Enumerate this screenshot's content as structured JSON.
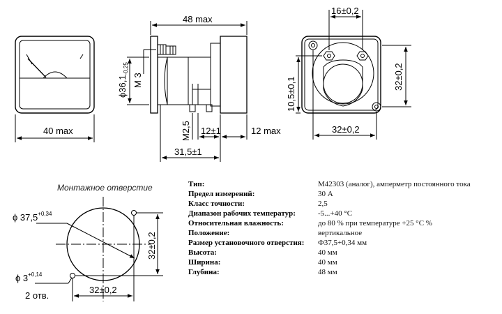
{
  "dims": {
    "front_width": "40 max",
    "side_length": "48 max",
    "diameter": "ϕ36,1",
    "diameter_tol": "-0,25",
    "thread_m3": "M 3",
    "thread_m25": "M2,5",
    "stud_len": "12±1",
    "terminal_len": "12 max",
    "base_len": "31,5±1",
    "rear_hole_spacing": "16±0,2",
    "rear_height": "32±0,2",
    "rear_width": "32±0,2",
    "rear_offset": "10,5±0,1"
  },
  "mount": {
    "caption": "Монтажное отверстие",
    "hole_dia": "ϕ 37,5",
    "hole_dia_tol": "+0,34",
    "small_dia": "ϕ 3",
    "small_dia_tol": "+0,14",
    "holes_count": "2 отв.",
    "v_spacing": "32±0,2",
    "h_spacing": "32±0,2"
  },
  "specs": [
    {
      "label": "Тип:",
      "value": "М42303 (аналог), амперметр постоянного тока"
    },
    {
      "label": "Предел измерений:",
      "value": "30 А"
    },
    {
      "label": "Класс точности:",
      "value": "2,5"
    },
    {
      "label": "Диапазон рабочих температур:",
      "value": "-5...+40 °С"
    },
    {
      "label": "Относительная влажность:",
      "value": "до 80 % при температуре +25 °С %"
    },
    {
      "label": "Положение:",
      "value": "вертикальное"
    },
    {
      "label": "Размер установочного отверстия:",
      "value": "Ф37,5+0,34 мм"
    },
    {
      "label": "Высота:",
      "value": "40 мм"
    },
    {
      "label": "Ширина:",
      "value": "40 мм"
    },
    {
      "label": "Глубина:",
      "value": "48 мм"
    }
  ]
}
